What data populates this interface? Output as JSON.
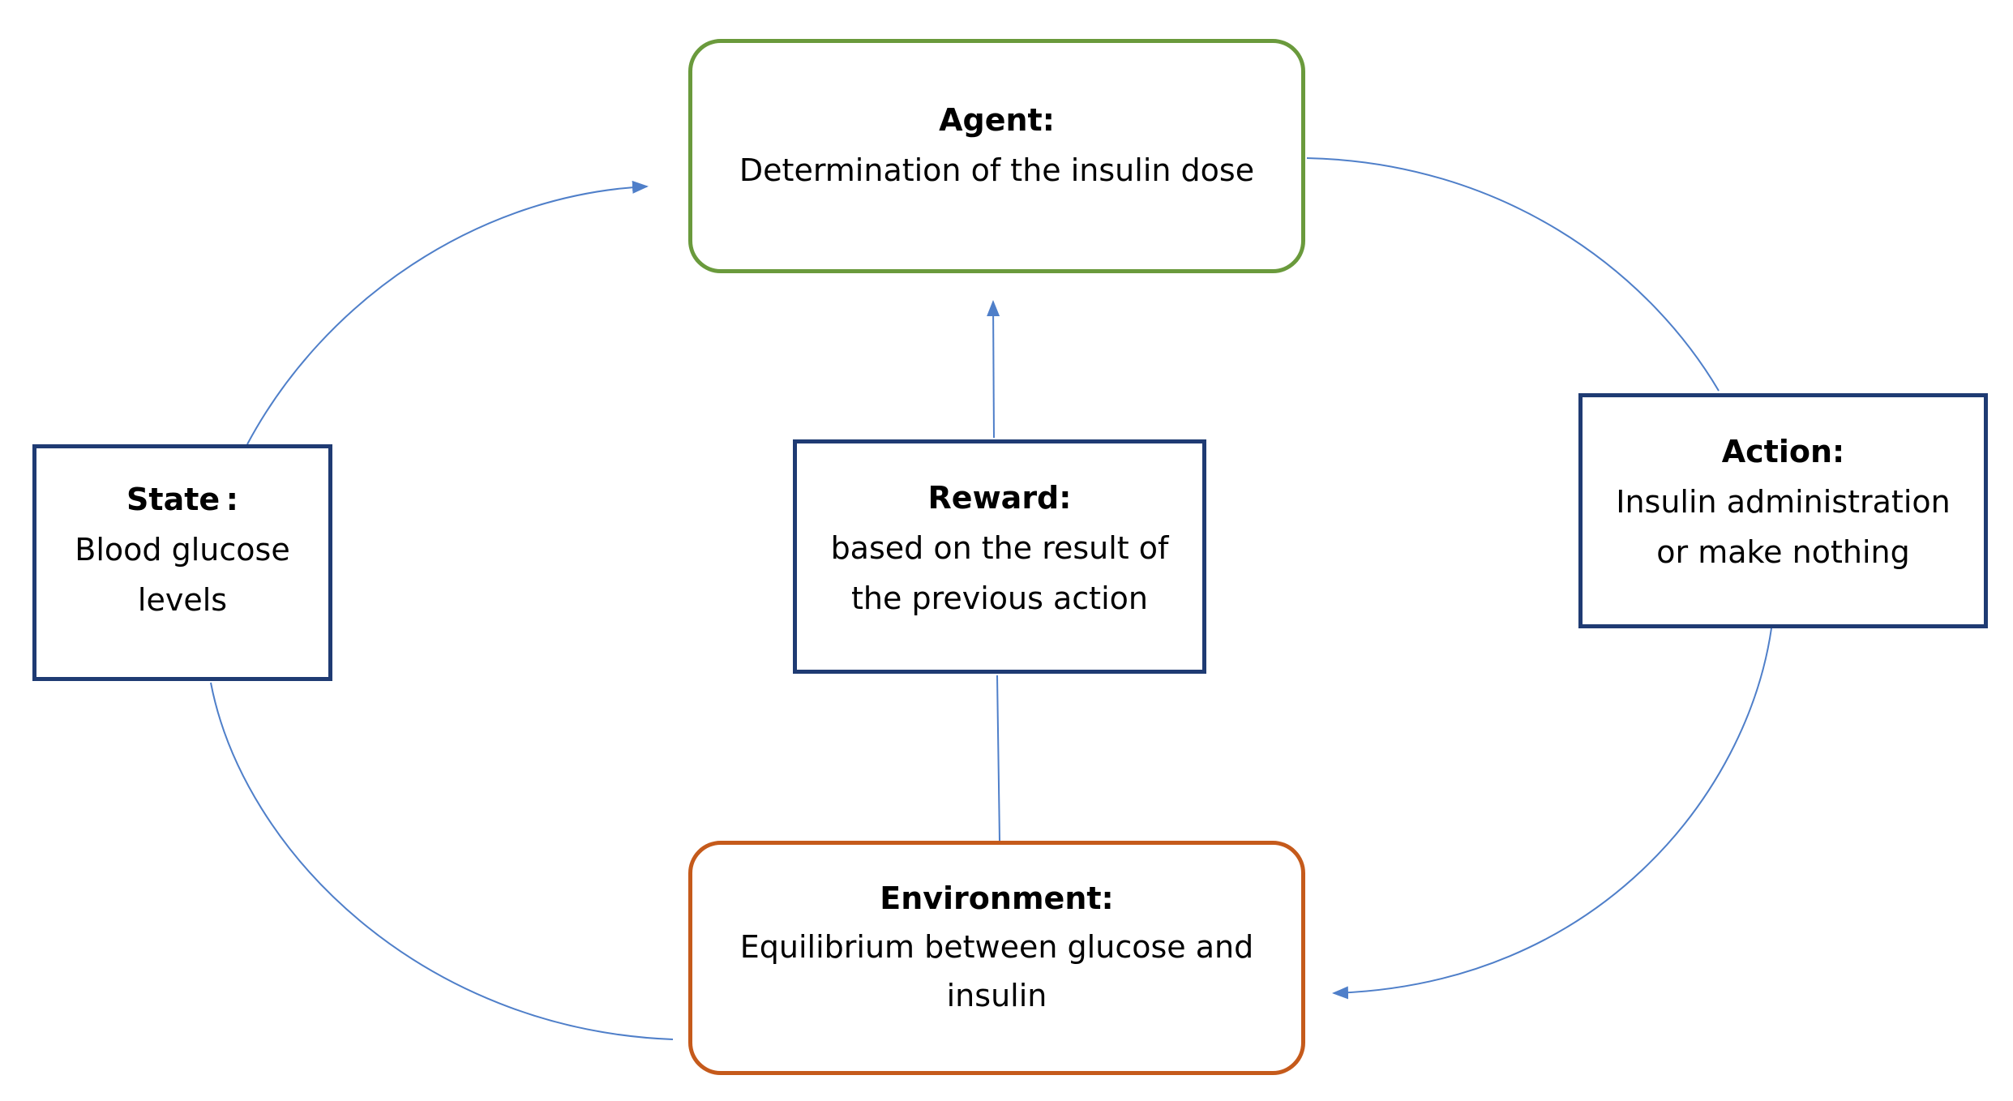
{
  "colors": {
    "agent_border": "#6a9a3c",
    "environment_border": "#c55a1b",
    "box_border": "#1f3b73",
    "arrow": "#4f7fc9"
  },
  "nodes": {
    "agent": {
      "title": "Agent:",
      "description": "Determination of the insulin dose"
    },
    "state": {
      "title": "State :",
      "description": "Blood glucose levels"
    },
    "reward": {
      "title": "Reward:",
      "description": "based on the result of the previous action"
    },
    "action": {
      "title": "Action:",
      "description": "Insulin administration or make nothing"
    },
    "environment": {
      "title": "Environment:",
      "description": "Equilibrium between glucose and insulin"
    }
  }
}
